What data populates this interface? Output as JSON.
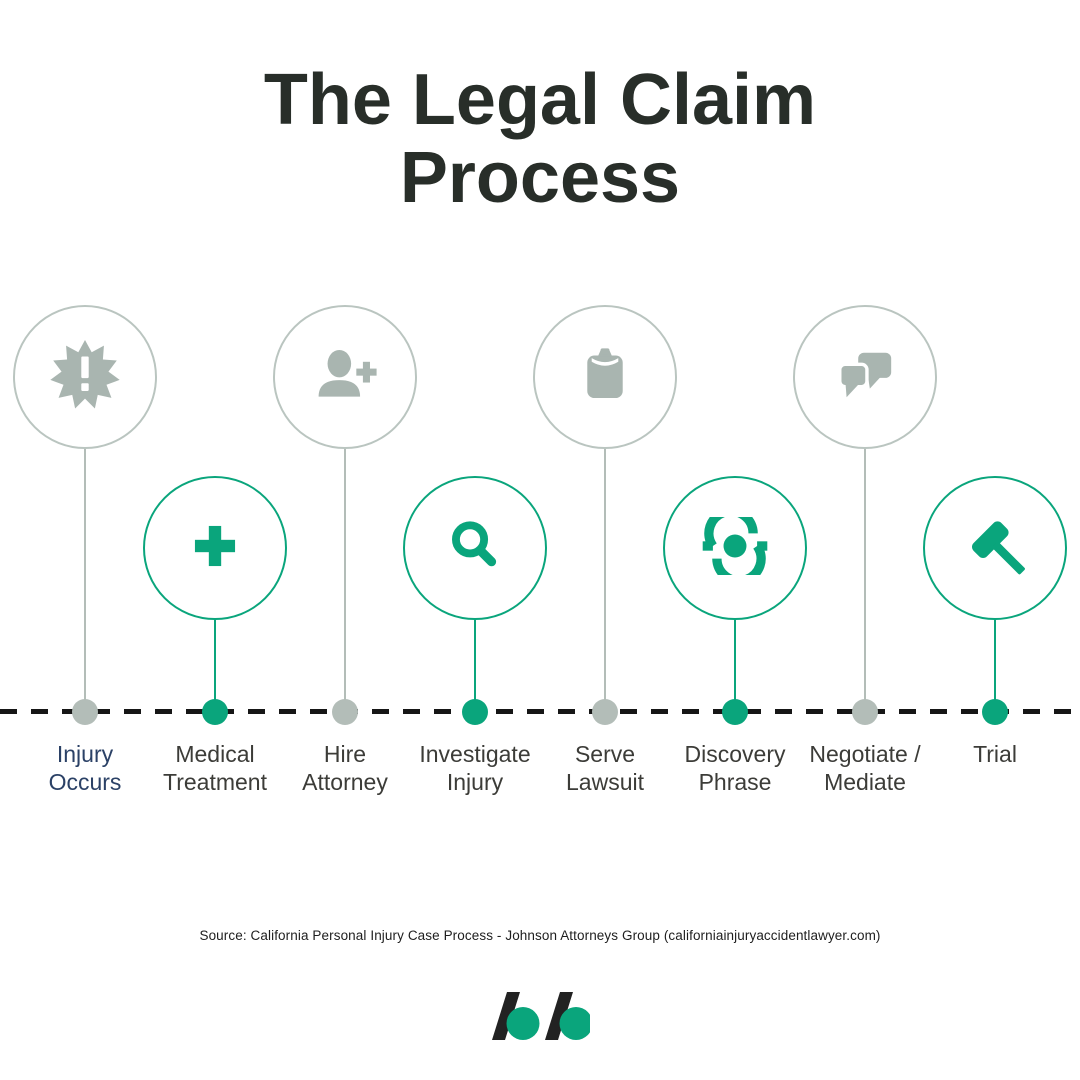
{
  "title": "The Legal Claim\nProcess",
  "source": "Source: California Personal Injury Case Process - Johnson Attorneys Group (californiainjuryaccidentlawyer.com)",
  "colors": {
    "accent_green": "#0aa57c",
    "gray_icon": "#a9b5b0",
    "gray_circle_outline": "#bac5c0",
    "gray_dot": "#b3bdb8",
    "timeline_black": "#161616",
    "title_text": "#282e29",
    "label_text": "#3c3c38",
    "label_emphasis_navy": "#2b4166",
    "logo_black": "#222222"
  },
  "timeline": {
    "orientation": "horizontal",
    "style": "dashed",
    "step_count": 8
  },
  "steps": [
    {
      "label": "Injury Occurs",
      "icon": "alert-burst-icon",
      "variant": "gray",
      "position": "above-line",
      "emphasized": true
    },
    {
      "label": "Medical Treatment",
      "icon": "medical-plus-icon",
      "variant": "green",
      "position": "below-line",
      "emphasized": false
    },
    {
      "label": "Hire Attorney",
      "icon": "add-person-icon",
      "variant": "gray",
      "position": "above-line",
      "emphasized": false
    },
    {
      "label": "Investigate Injury",
      "icon": "magnifier-icon",
      "variant": "green",
      "position": "below-line",
      "emphasized": false
    },
    {
      "label": "Serve Lawsuit",
      "icon": "clipboard-icon",
      "variant": "gray",
      "position": "above-line",
      "emphasized": false
    },
    {
      "label": "Discovery Phrase",
      "icon": "discovery-eye-icon",
      "variant": "green",
      "position": "below-line",
      "emphasized": false
    },
    {
      "label": "Negotiate / Mediate",
      "icon": "chat-bubbles-icon",
      "variant": "gray",
      "position": "above-line",
      "emphasized": false
    },
    {
      "label": "Trial",
      "icon": "gavel-icon",
      "variant": "green",
      "position": "below-line",
      "emphasized": false
    }
  ],
  "logo": {
    "name": "double-slash-dot-logo",
    "description": "two black slashes each followed by a green dot"
  }
}
